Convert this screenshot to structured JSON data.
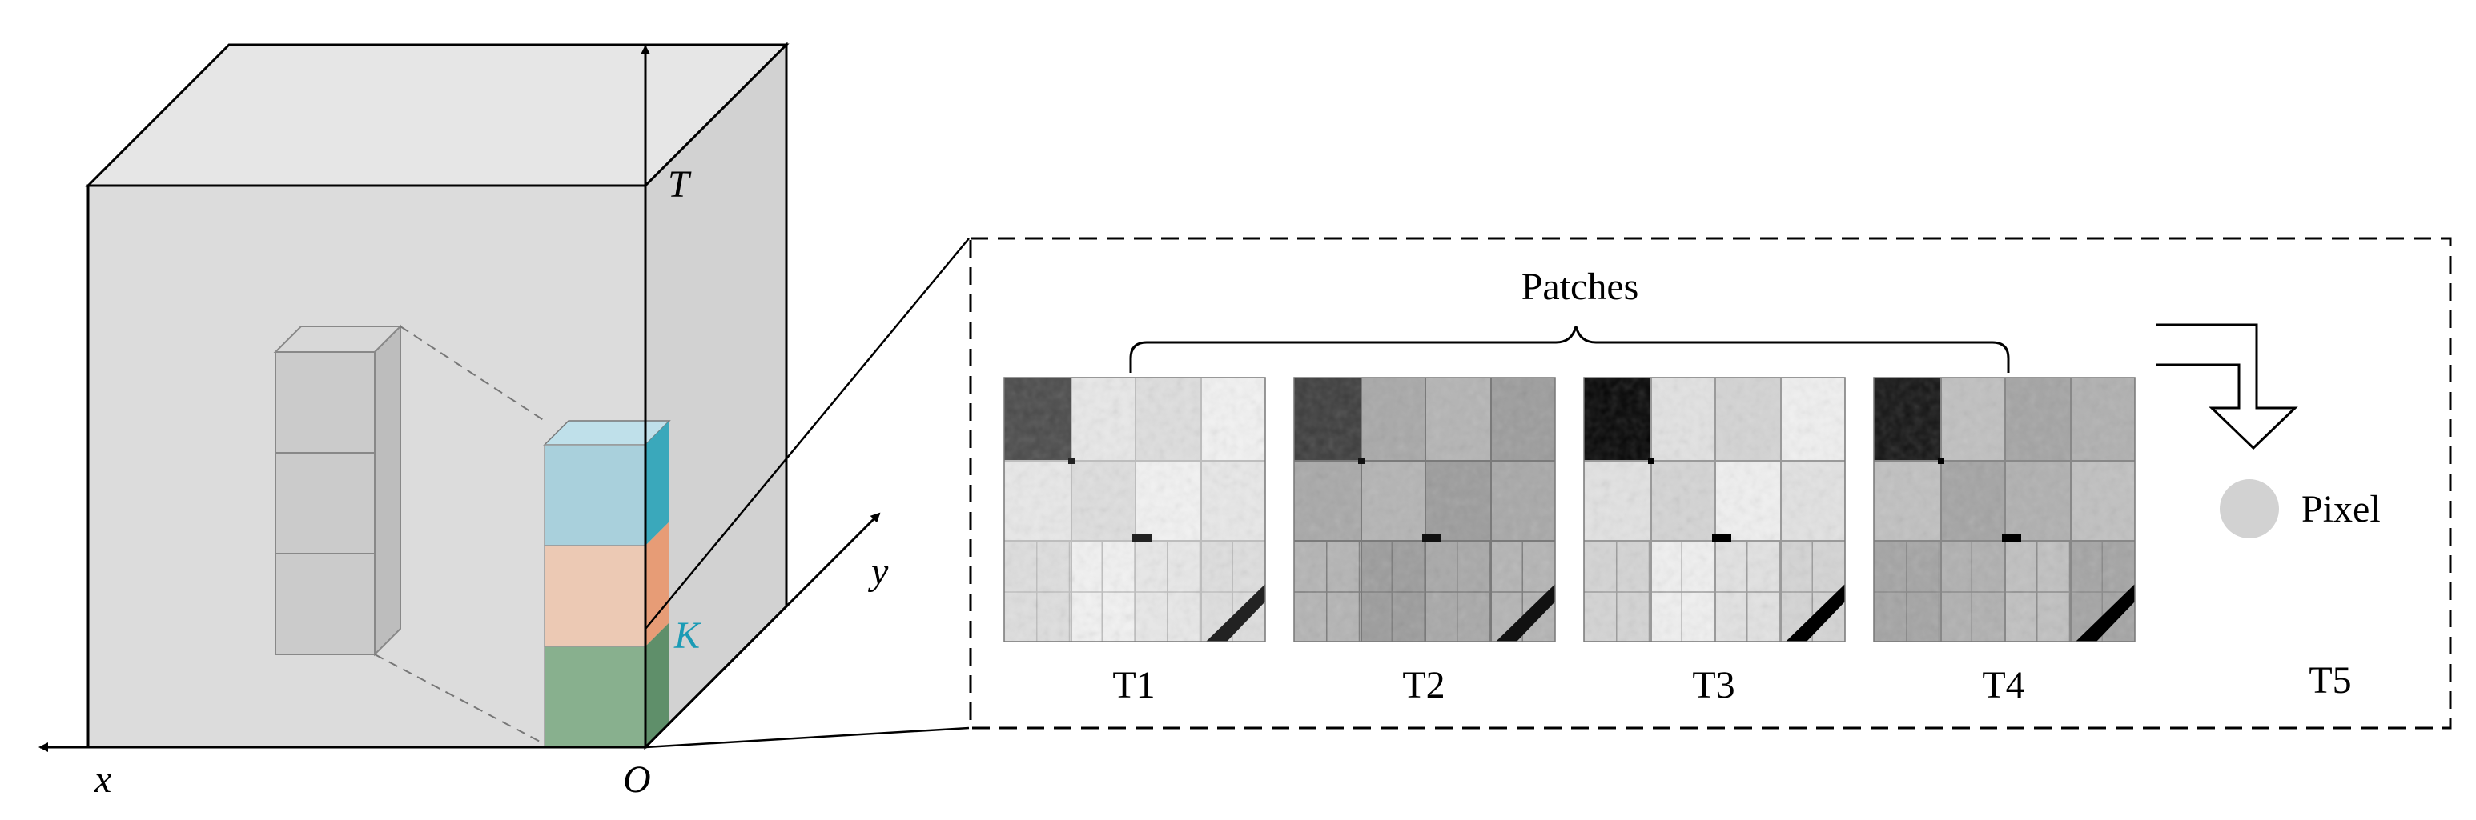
{
  "axes": {
    "x_label": "x",
    "y_label": "y",
    "t_label": "T",
    "origin_label": "O",
    "k_label": "K"
  },
  "patches_label": "Patches",
  "time_labels": [
    "T1",
    "T2",
    "T3",
    "T4",
    "T5"
  ],
  "pixel_label": "Pixel",
  "colors": {
    "cube_front": "#dcdcdc",
    "cube_top": "#e6e6e6",
    "cube_side": "#d2d2d2",
    "column_top_band": "#a9d0dc",
    "column_middle_band": "#ecc9b4",
    "column_bottom_band": "#88b08e",
    "side_top_band": "#3aa8bb",
    "side_middle_band": "#e79c76",
    "side_bottom_band": "#5f8f6a",
    "ghost_column": "#cbcbcb",
    "pixel_dot": "#d2d2d2",
    "k_label": "#1a9bb5"
  },
  "patch_images": [
    {
      "name": "T1",
      "style": "light"
    },
    {
      "name": "T2",
      "style": "mid"
    },
    {
      "name": "T3",
      "style": "light-contrast"
    },
    {
      "name": "T4",
      "style": "mid-contrast"
    }
  ]
}
